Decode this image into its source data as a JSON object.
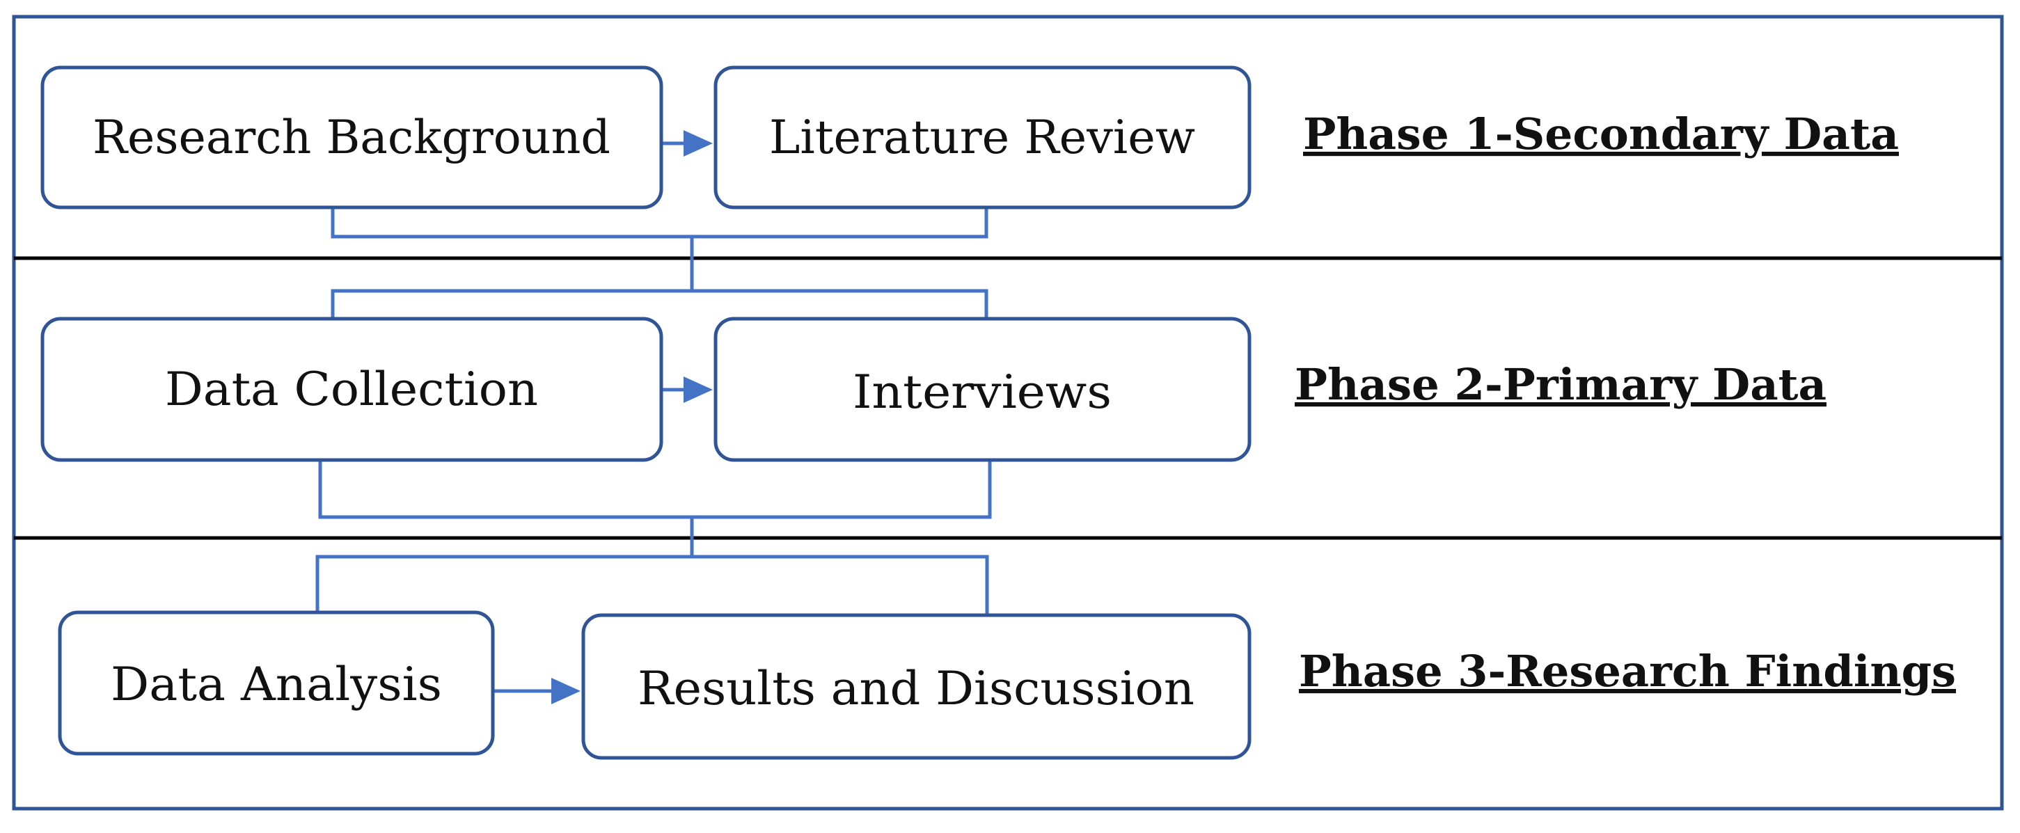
{
  "colors": {
    "frame": "#2f5597",
    "box_stroke": "#2f5597",
    "connector": "#4472c4",
    "divider": "#000000",
    "text": "#111111"
  },
  "phases": [
    {
      "label": "Phase 1-Secondary Data",
      "nodes": [
        "Research Background",
        "Literature Review"
      ]
    },
    {
      "label": "Phase 2-Primary Data",
      "nodes": [
        "Data Collection",
        "Interviews"
      ]
    },
    {
      "label": "Phase 3-Research Findings",
      "nodes": [
        "Data Analysis",
        "Results and Discussion"
      ]
    }
  ]
}
